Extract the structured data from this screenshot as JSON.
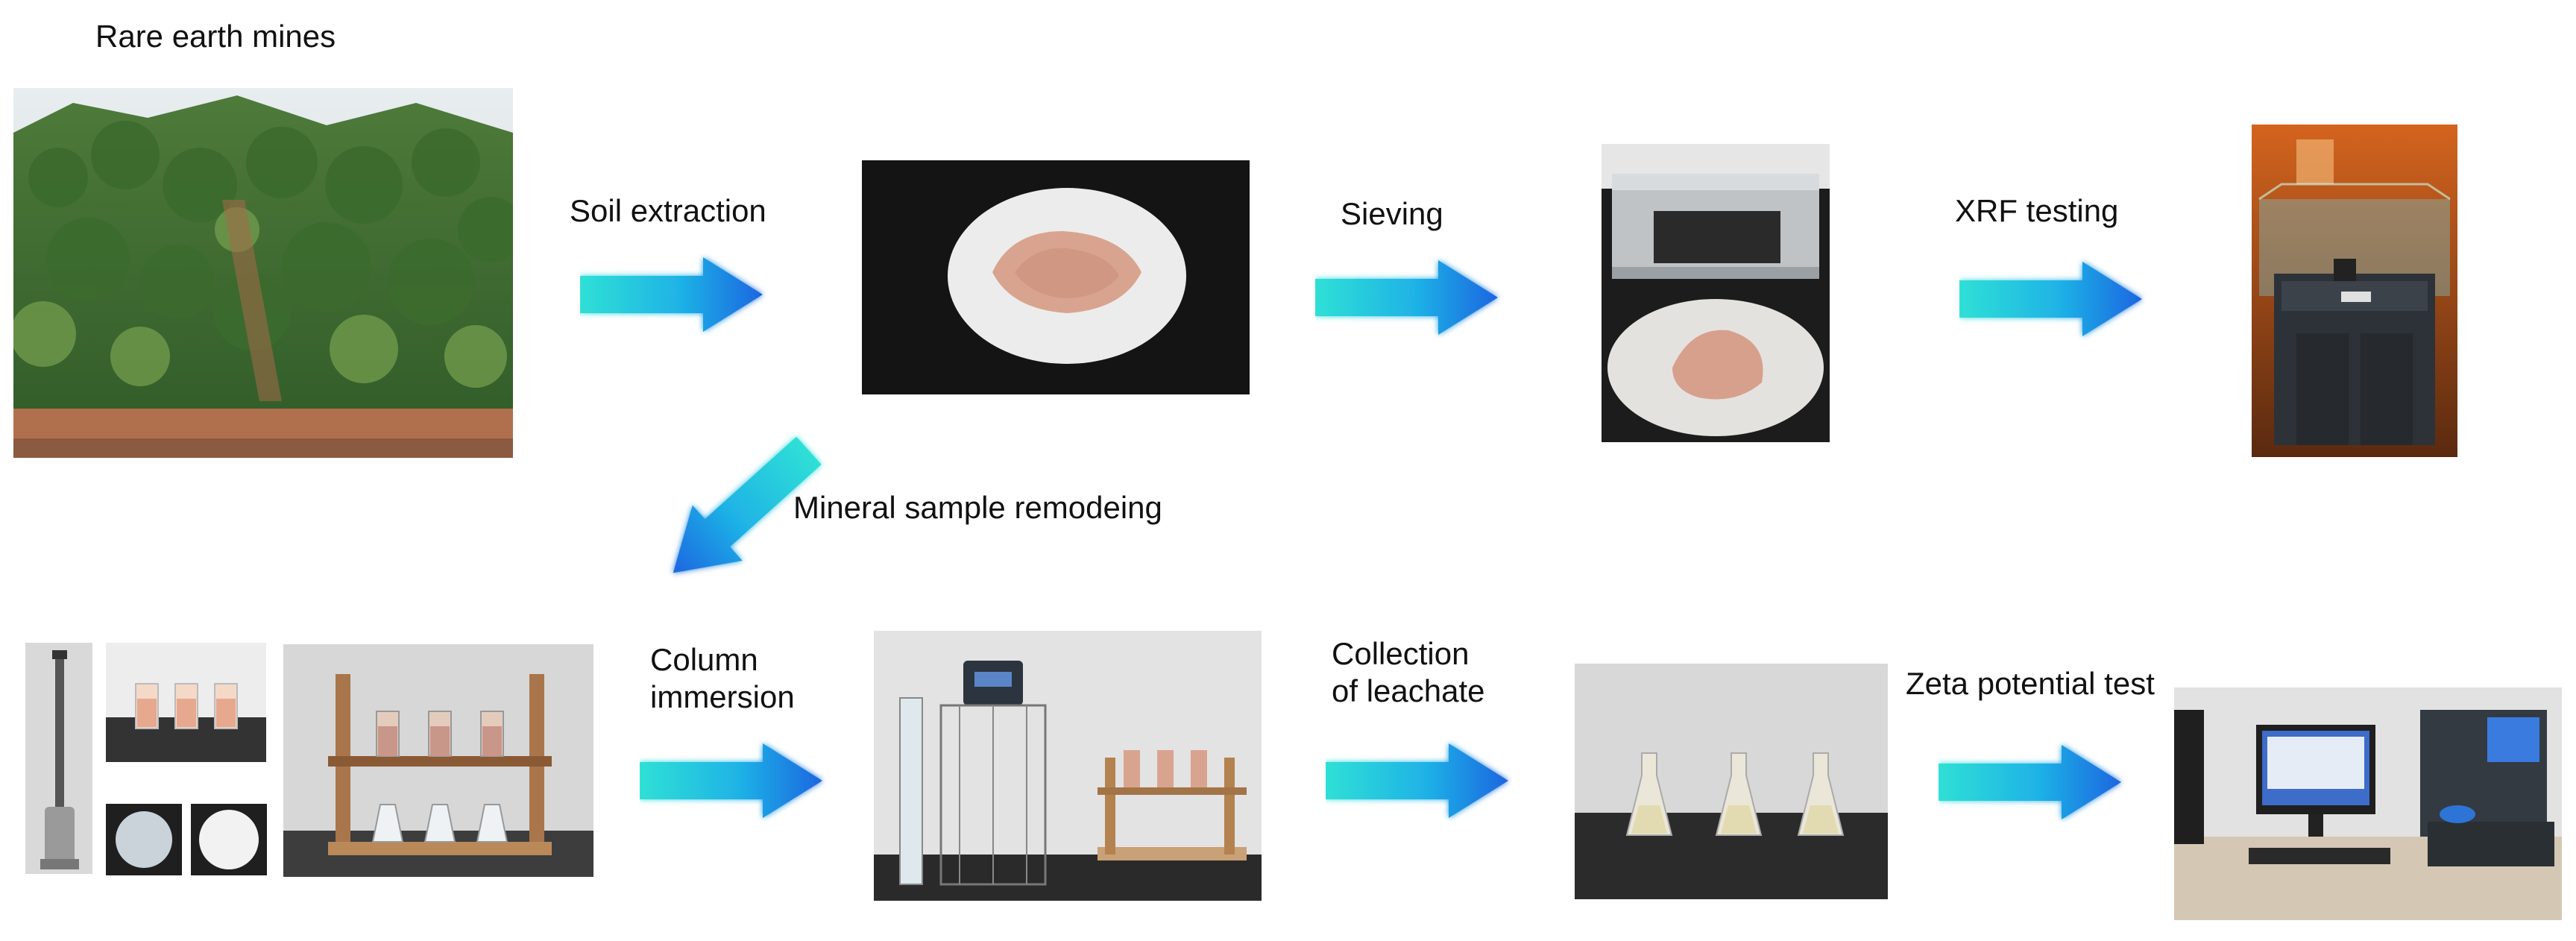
{
  "colors": {
    "arrow_start": "#1fd3d3",
    "arrow_end": "#1f6fe0",
    "soil_pink": "#d9a48f",
    "background": "#ffffff"
  },
  "top_row": {
    "mine_label": "Rare earth mines",
    "step1": "Soil extraction",
    "step2": "Sieving",
    "step3": "XRF testing"
  },
  "diagonal": {
    "label": "Mineral sample remodeing"
  },
  "bottom_row": {
    "step1_line1": "Column",
    "step1_line2": "immersion",
    "step2_line1": "Collection",
    "step2_line2": "of leachate",
    "step3": "Zeta potential test"
  }
}
